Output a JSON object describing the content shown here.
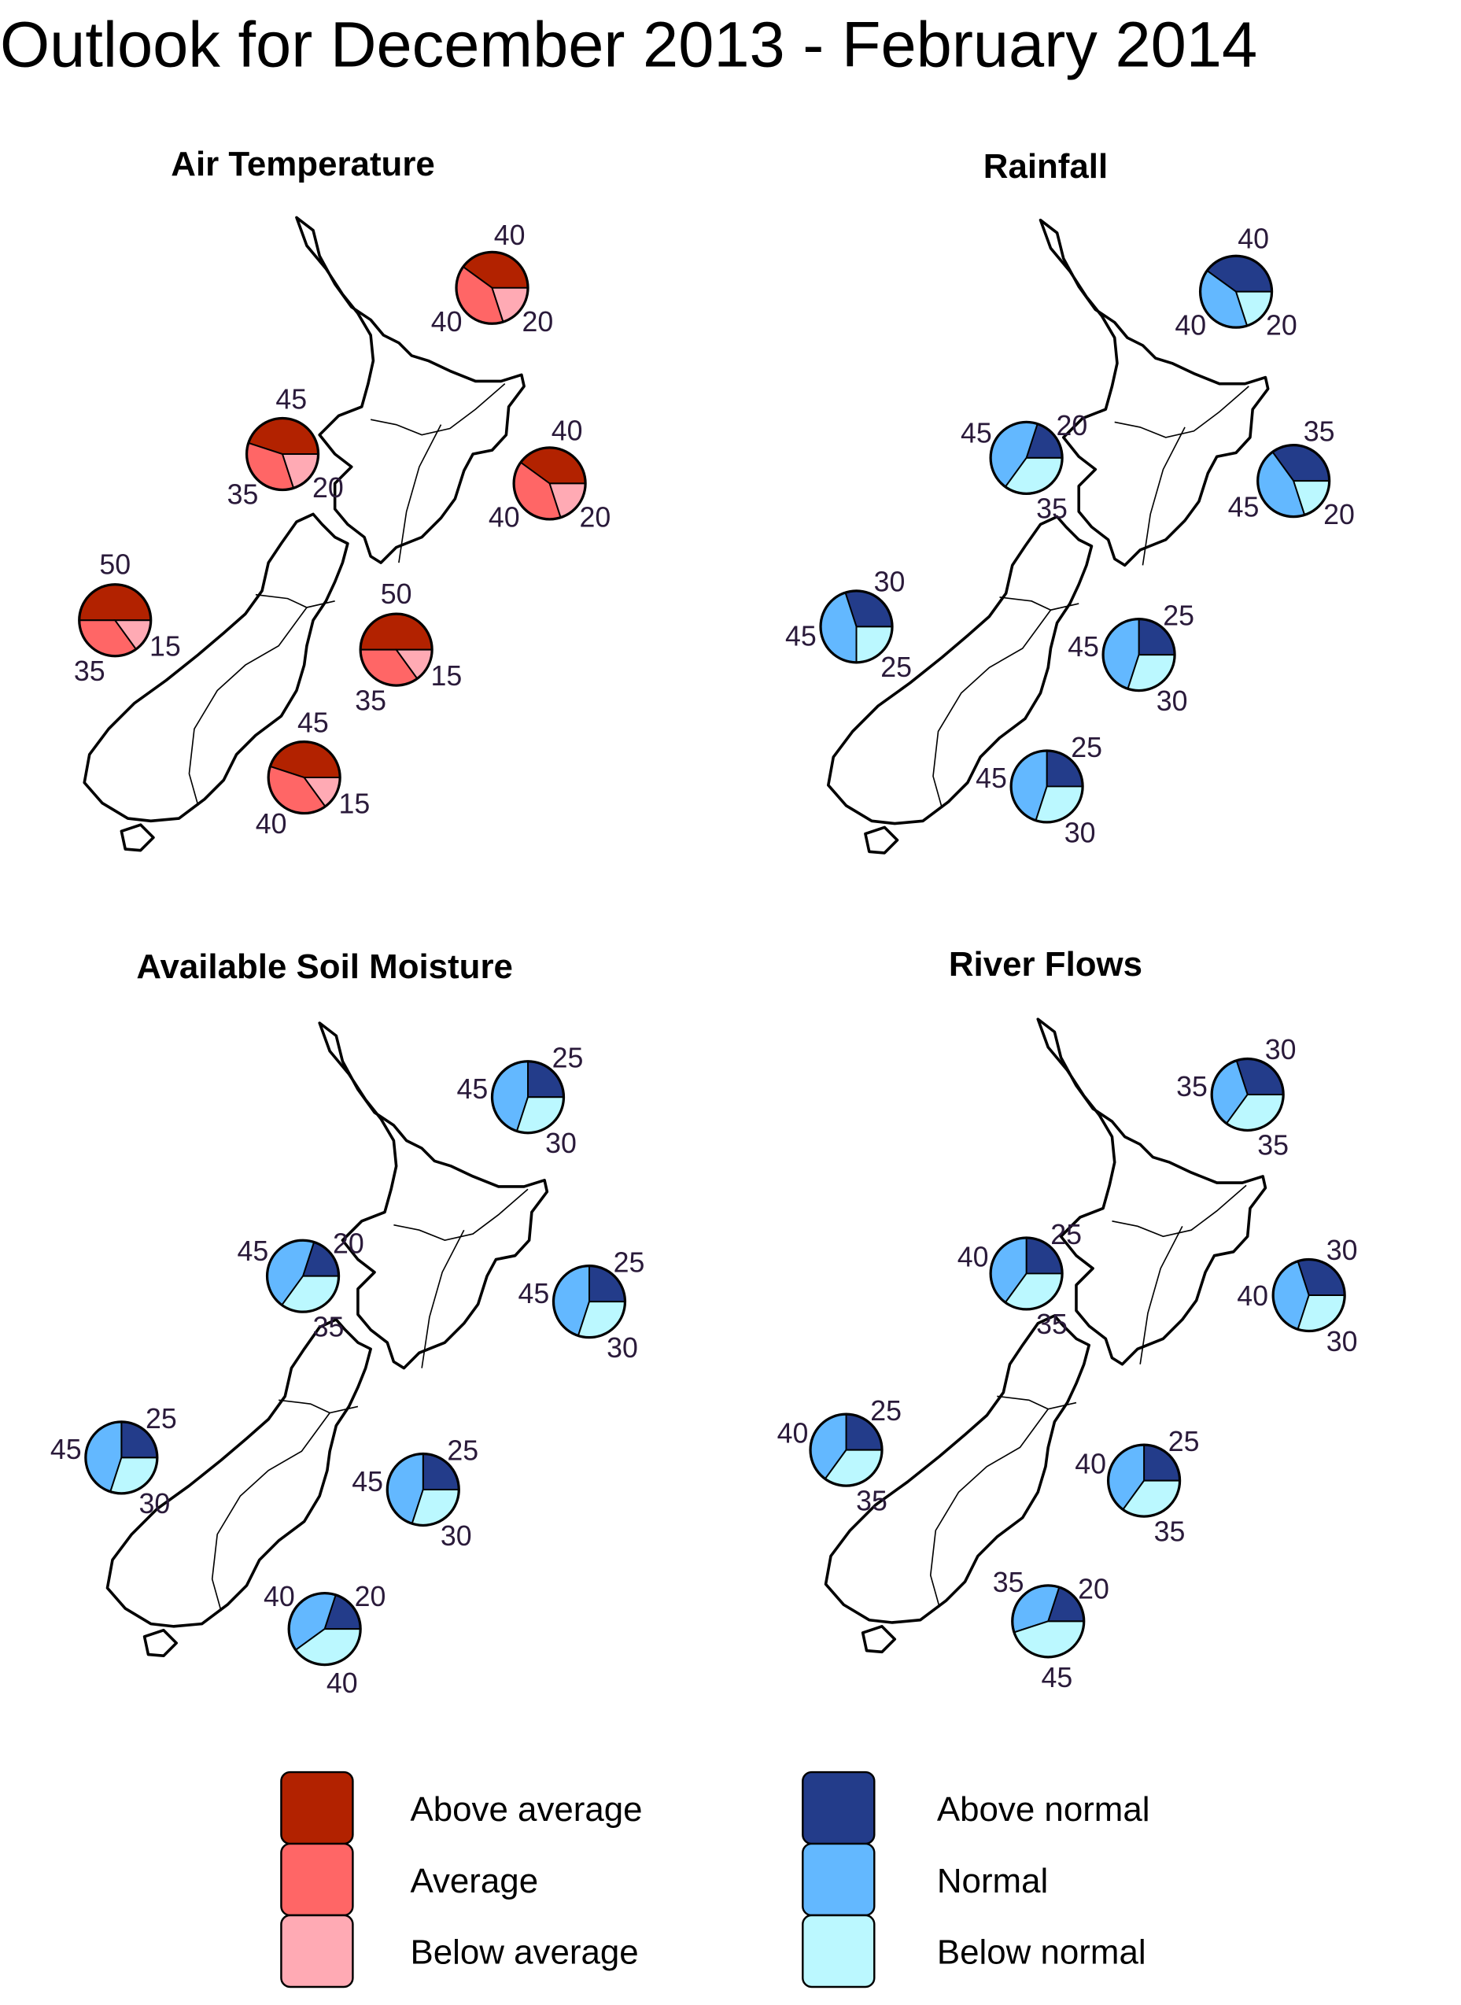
{
  "title": "Outlook for December 2013 - February 2014",
  "colors": {
    "above_average": "#b22200",
    "average": "#ff6666",
    "below_average": "#ffaab4",
    "above_normal": "#233c8a",
    "normal": "#63b8ff",
    "below_normal": "#bbf8ff"
  },
  "legend": {
    "above_average": "Above average",
    "average": "Average",
    "below_average": "Below average",
    "above_normal": "Above normal",
    "normal": "Normal",
    "below_normal": "Below normal"
  },
  "chart_data": [
    {
      "type": "pie",
      "title": "Air Temperature",
      "categories": [
        "Above average",
        "Average",
        "Below average"
      ],
      "pies": [
        [
          40,
          40,
          20
        ],
        [
          45,
          35,
          20
        ],
        [
          40,
          40,
          20
        ],
        [
          50,
          35,
          15
        ],
        [
          50,
          35,
          15
        ],
        [
          45,
          40,
          15
        ]
      ]
    },
    {
      "type": "pie",
      "title": "Rainfall",
      "categories": [
        "Above normal",
        "Normal",
        "Below normal"
      ],
      "pies": [
        [
          40,
          40,
          20
        ],
        [
          20,
          45,
          35
        ],
        [
          35,
          45,
          20
        ],
        [
          30,
          45,
          25
        ],
        [
          25,
          45,
          30
        ],
        [
          25,
          45,
          30
        ]
      ]
    },
    {
      "type": "pie",
      "title": "Available Soil Moisture",
      "categories": [
        "Above normal",
        "Normal",
        "Below normal"
      ],
      "pies": [
        [
          25,
          45,
          30
        ],
        [
          20,
          45,
          35
        ],
        [
          25,
          45,
          30
        ],
        [
          25,
          45,
          30
        ],
        [
          25,
          45,
          30
        ],
        [
          20,
          40,
          40
        ]
      ]
    },
    {
      "type": "pie",
      "title": "River Flows",
      "categories": [
        "Above normal",
        "Normal",
        "Below normal"
      ],
      "pies": [
        [
          30,
          35,
          35
        ],
        [
          25,
          40,
          35
        ],
        [
          30,
          40,
          30
        ],
        [
          25,
          40,
          35
        ],
        [
          25,
          40,
          35
        ],
        [
          20,
          35,
          45
        ]
      ]
    }
  ]
}
